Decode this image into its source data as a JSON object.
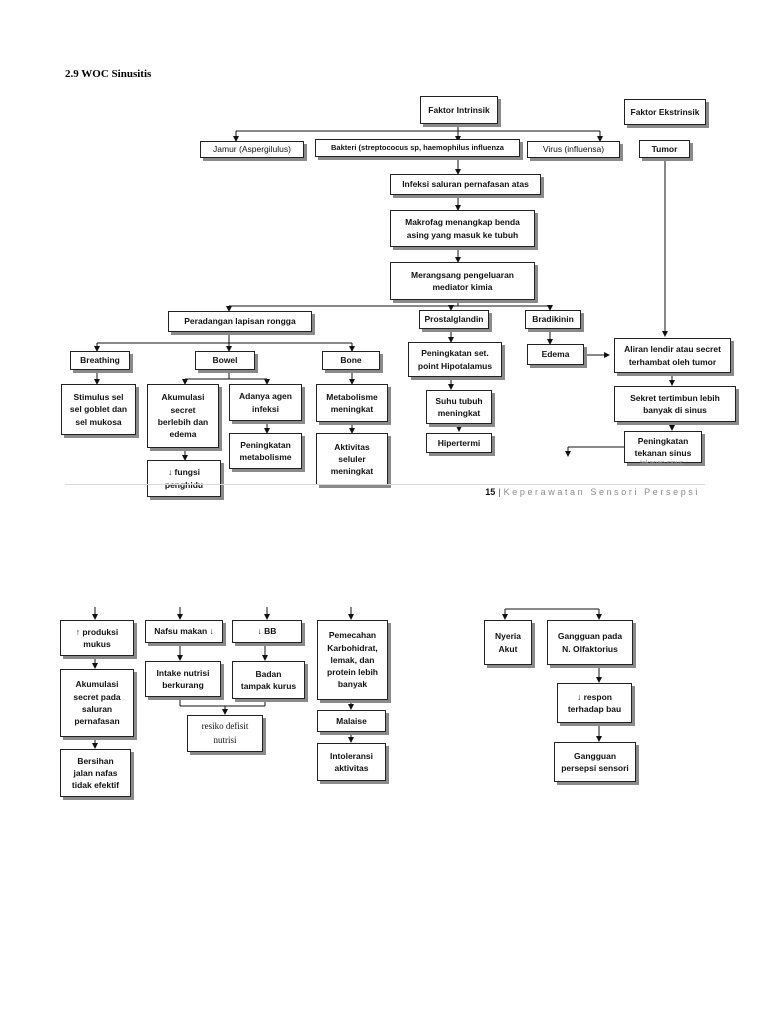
{
  "heading": "2.9 WOC Sinusitis",
  "footer": {
    "page": "15",
    "separator": "|",
    "title": "Keperawatan Sensori Persepsi"
  },
  "ghost_text": "tekanan sinus",
  "nodes": {
    "faktor_intrinsik": "Faktor Intrinsik",
    "faktor_ekstrinsik": "Faktor Ekstrinsik",
    "jamur": "Jamur (Aspergilulus)",
    "bakteri": "Bakteri (streptococus sp, haemophilus influenza",
    "virus": "Virus (influensa)",
    "tumor": "Tumor",
    "infeksi": "Infeksi saluran pernafasan atas",
    "makrofag": "Makrofag menangkap benda\nasing yang masuk ke tubuh",
    "merangsang": "Merangsang pengeluaran\nmediator kimia",
    "peradangan": "Peradangan lapisan rongga",
    "prostaglandin": "Prostalglandin",
    "bradikinin": "Bradikinin",
    "breathing": "Breathing",
    "bowel": "Bowel",
    "bone": "Bone",
    "peningkatan_set_point": "Peningkatan set.\npoint Hipotalamus",
    "edema": "Edema",
    "aliran_lendir": "Aliran lendir atau secret\nterhambat oleh tumor",
    "stimulus_sel": "Stimulus sel\nsel goblet dan\nsel mukosa",
    "akumulasi_secret": "Akumulasi\nsecret\nberlebih dan\nedema",
    "adanya_agen": "Adanya agen\ninfeksi",
    "metabolisme_meningkat": "Metabolisme\nmeningkat",
    "suhu_tubuh": "Suhu tubuh\nmeningkat",
    "sekret_tertimbun": "Sekret tertimbun lebih\nbanyak di sinus",
    "peningkatan_metabolisme": "Peningkatan\nmetabolisme",
    "aktivitas_seluler": "Aktivitas\nseluler\nmeningkat",
    "hipertermi": "Hipertermi",
    "peningkatan_tekanan": "Peningkatan\ntekanan sinus",
    "fungsi_penghidu": "↓ fungsi\npenghidu",
    "produksi_mukus": "↑ produksi\nmukus",
    "nafsu_makan": "Nafsu makan ↓",
    "bb": "↓ BB",
    "pemecahan": "Pemecahan\nKarbohidrat,\nlemak, dan\nprotein lebih\nbanyak",
    "nyeri_akut": "Nyeria\nAkut",
    "gangguan_olfaktorius": "Gangguan pada\nN. Olfaktorius",
    "intake_nutrisi": "Intake nutrisi\nberkurang",
    "badan_kurus": "Badan\ntampak kurus",
    "akumulasi_saluran": "Akumulasi\nsecret pada\nsaluran\npernafasan",
    "malaise": "Malaise",
    "respon_bau": "↓ respon\nterhadap bau",
    "resiko_defisit": "resiko defisit\nnutrisi",
    "bersihan_jalan": "Bersihan\njalan nafas\ntidak efektif",
    "intoleransi": "Intoleransi\naktivitas",
    "gangguan_persepsi": "Gangguan\npersepsi sensori"
  }
}
